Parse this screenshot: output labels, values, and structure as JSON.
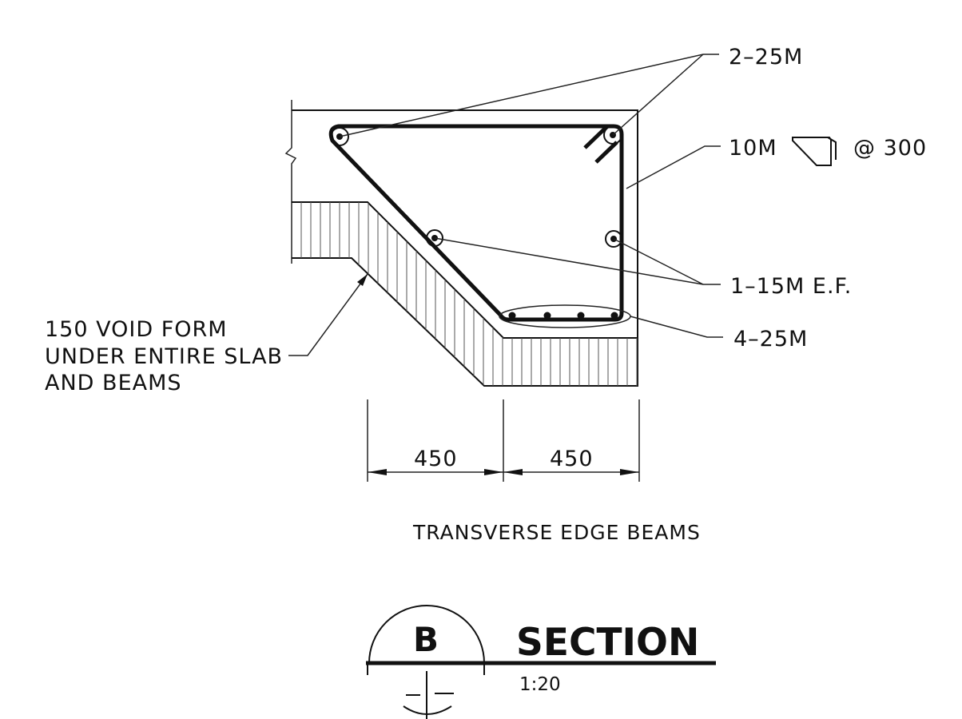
{
  "labels": {
    "top_bars": "2–25M",
    "stirrup_prefix": "10M",
    "stirrup_spacing": "@ 300",
    "side_bars": "1–15M E.F.",
    "bottom_bars": "4–25M",
    "void_form_line1": "150 VOID FORM",
    "void_form_line2": "UNDER ENTIRE SLAB",
    "void_form_line3": "AND BEAMS"
  },
  "dimensions": {
    "left": "450",
    "right": "450"
  },
  "title": "TRANSVERSE EDGE BEAMS",
  "section_marker": {
    "letter": "B",
    "heading": "SECTION",
    "scale": "1:20"
  }
}
